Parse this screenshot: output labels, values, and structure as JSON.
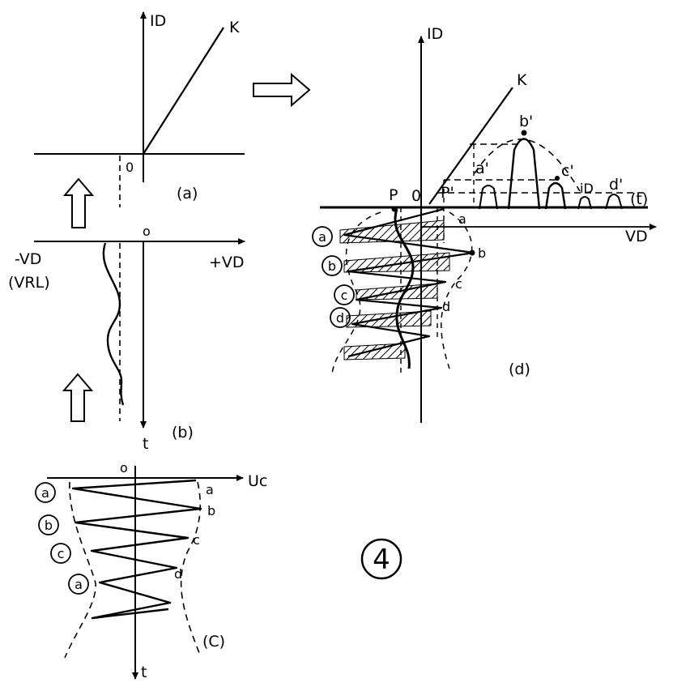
{
  "figure_number": "4",
  "panel_a": {
    "caption": "(a)",
    "y_axis": "ID",
    "origin": "0",
    "curve": "K"
  },
  "panel_b": {
    "caption": "(b)",
    "origin": "o",
    "left_axis": "-VD",
    "left_axis_sub": "(VRL)",
    "right_axis": "+VD",
    "time_axis": "t"
  },
  "panel_c": {
    "caption": "(C)",
    "origin": "o",
    "x_axis": "Uc",
    "time_axis": "t",
    "circled": [
      "a",
      "b",
      "c",
      "a"
    ],
    "peaks": [
      "a",
      "b",
      "c",
      "d"
    ]
  },
  "panel_d": {
    "caption": "(d)",
    "y_axis": "ID",
    "x_axis": "VD",
    "origin": "0",
    "curve": "K",
    "point_p": "P",
    "point_p2": "P'",
    "pulses": [
      "a'",
      "b'",
      "c'",
      "d'"
    ],
    "current": "iD",
    "time_axis": "(t)",
    "circled": [
      "a",
      "b",
      "c",
      "d"
    ],
    "points": [
      "a",
      "b",
      "c",
      "d"
    ]
  },
  "colors": {
    "ink": "#000000",
    "paper": "#ffffff"
  }
}
